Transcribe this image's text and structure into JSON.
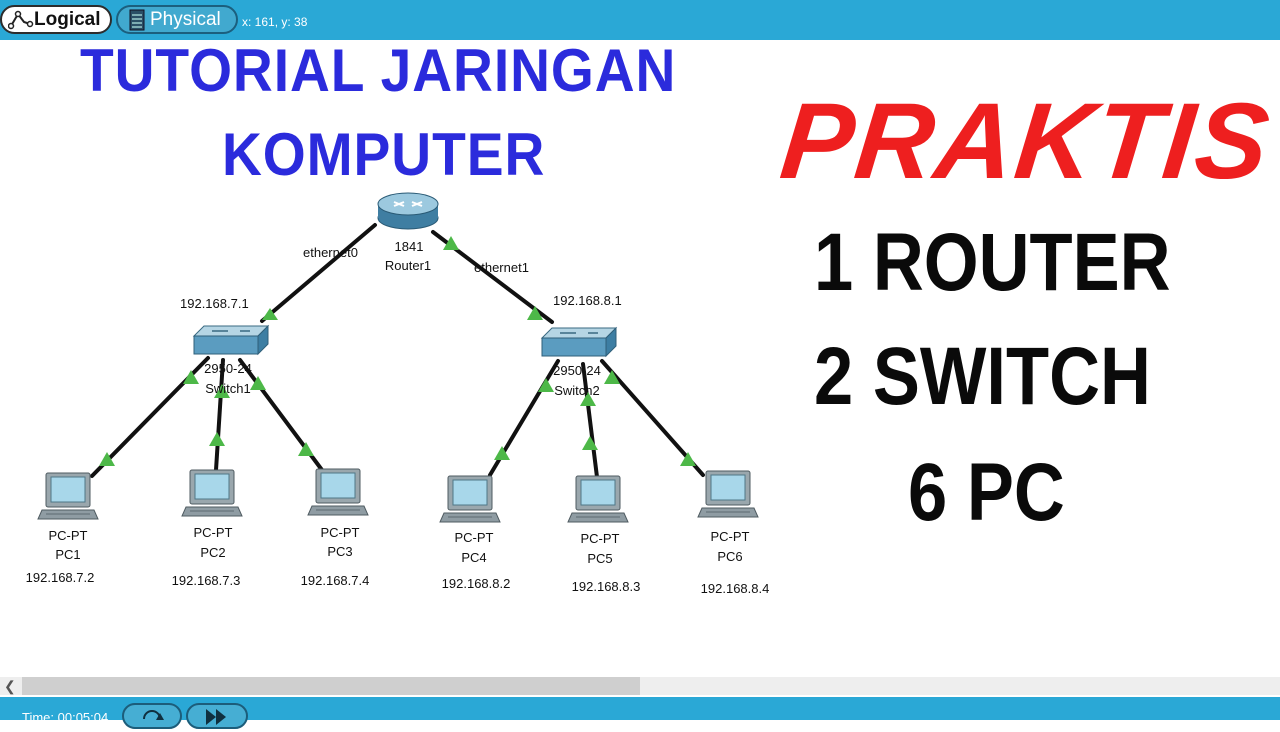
{
  "toolbar": {
    "logical_label": "Logical",
    "physical_label": "Physical",
    "coords": "x: 161, y: 38"
  },
  "overlay": {
    "title_line1": "TUTORIAL JARINGAN",
    "title_line2": "KOMPUTER",
    "praktis": "PRAKTIS",
    "line1": "1 ROUTER",
    "line2": "2 SWITCH",
    "line3": "6 PC"
  },
  "topology": {
    "router": {
      "model": "1841",
      "name": "Router1"
    },
    "interfaces": {
      "left": "ethernet0",
      "right": "ethernet1"
    },
    "gateways": {
      "left": "192.168.7.1",
      "right": "192.168.8.1"
    },
    "switches": [
      {
        "model": "2950-24",
        "name": "Switch1"
      },
      {
        "model": "2950-24",
        "name": "Switch2"
      }
    ],
    "pcs": [
      {
        "model": "PC-PT",
        "name": "PC1",
        "ip": "192.168.7.2"
      },
      {
        "model": "PC-PT",
        "name": "PC2",
        "ip": "192.168.7.3"
      },
      {
        "model": "PC-PT",
        "name": "PC3",
        "ip": "192.168.7.4"
      },
      {
        "model": "PC-PT",
        "name": "PC4",
        "ip": "192.168.8.2"
      },
      {
        "model": "PC-PT",
        "name": "PC5",
        "ip": "192.168.8.3"
      },
      {
        "model": "PC-PT",
        "name": "PC6",
        "ip": "192.168.8.4"
      }
    ]
  },
  "statusbar": {
    "time": "Time: 00:05:04"
  },
  "colors": {
    "accent": "#2aa8d6",
    "title_blue": "#2b2bdc",
    "praktis_red": "#ee1f1f",
    "link_green": "#4db848"
  }
}
